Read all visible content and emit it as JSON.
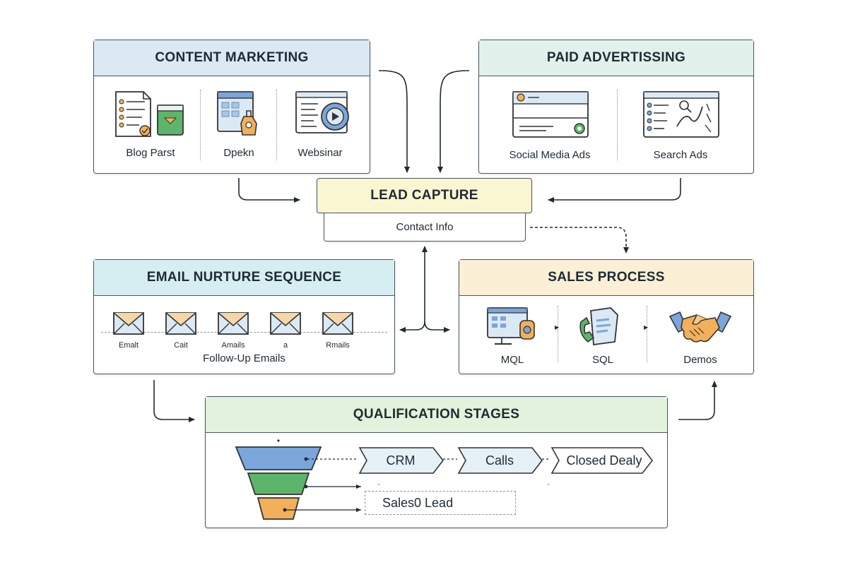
{
  "colors": {
    "content_header": "#dbe9f5",
    "paid_header": "#e1f2ec",
    "lead_header": "#fbf6d2",
    "email_header": "#d6eef1",
    "sales_header": "#fbf0d6",
    "qual_header": "#e3f2dc",
    "funnel_blue": "#7aa6db",
    "funnel_green": "#5cb56a",
    "funnel_orange": "#f3b05a",
    "chevron_fill": "#e6f0f7"
  },
  "content_marketing": {
    "title": "CONTENT MARKETING",
    "items": [
      {
        "label": "Blog Parst",
        "icon": "document-icon"
      },
      {
        "label": "Dpekn",
        "icon": "ebook-icon"
      },
      {
        "label": "Websinar",
        "icon": "webinar-icon"
      }
    ]
  },
  "paid_advertising": {
    "title": "PAID ADVERTISSING",
    "items": [
      {
        "label": "Social Media Ads",
        "icon": "social-ad-icon"
      },
      {
        "label": "Search Ads",
        "icon": "search-ad-icon"
      }
    ]
  },
  "lead_capture": {
    "title": "LEAD CAPTURE",
    "field": "Contact Info"
  },
  "email_nurture": {
    "title": "EMAIL NURTURE SEQUENCE",
    "emails": [
      "Emalt",
      "Cait",
      "Amails",
      "a",
      "Rmails"
    ],
    "caption": "Follow-Up Emails"
  },
  "sales_process": {
    "title": "SALES PROCESS",
    "items": [
      {
        "label": "MQL",
        "icon": "monitor-icon"
      },
      {
        "label": "SQL",
        "icon": "phone-document-icon"
      },
      {
        "label": "Demos",
        "icon": "handshake-icon"
      }
    ]
  },
  "qualification": {
    "title": "QUALIFICATION STAGES",
    "stages": [
      "CRM",
      "Calls",
      "Closed Dealy"
    ],
    "lead_box": "Sales0 Lead",
    "marks": [
      "•",
      "·",
      "·"
    ]
  }
}
